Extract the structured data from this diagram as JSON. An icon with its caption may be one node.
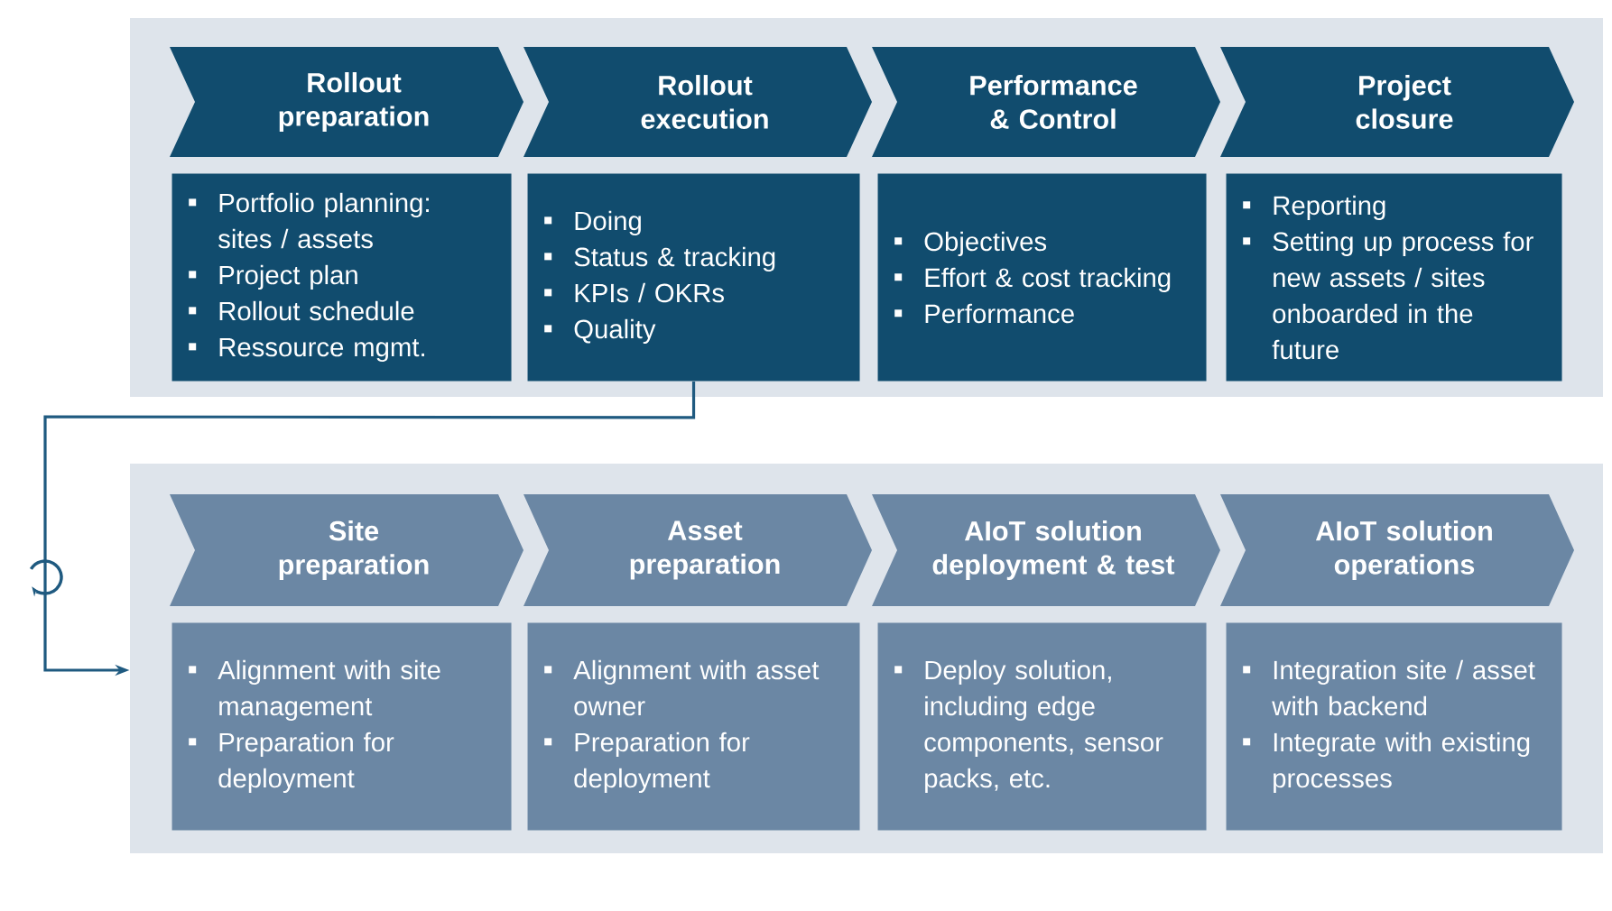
{
  "diagram": {
    "nodes": [
      {
        "text": [],
        "shape": "box"
      },
      {
        "text": [
          "Rollout preparation"
        ],
        "in": 0
      },
      {
        "text": [
          "Rollout execution"
        ],
        "in": 0
      },
      {
        "text": [
          "Performance & Control"
        ],
        "in": 0
      },
      {
        "text": [
          "Project closure"
        ],
        "in": 0
      },
      {
        "text": [
          "Portfolio planning: sites / assets",
          "Project plan",
          "Rollout schedule",
          "Ressource mgmt."
        ],
        "in": 0
      },
      {
        "text": [
          "Doing",
          "Status & tracking",
          "KPIs / OKRs",
          "Quality"
        ],
        "in": 0
      },
      {
        "text": [
          "Objectives",
          "Effort & cost tracking",
          "Performance"
        ],
        "in": 0
      },
      {
        "text": [
          "Reporting",
          "Setting up process for new assets / sites onboarded in the future"
        ],
        "in": 0
      },
      {
        "text": [],
        "shape": "box"
      },
      {
        "text": [
          "Site preparation"
        ],
        "in": 9
      },
      {
        "text": [
          "Asset preparation"
        ],
        "in": 9
      },
      {
        "text": [
          "AIoT solution deployment & test"
        ],
        "in": 9
      },
      {
        "text": [
          "AIoT solution operations"
        ],
        "in": 9
      },
      {
        "text": [
          "Alignment with site management",
          "Preparation for deployment"
        ],
        "in": 9
      },
      {
        "text": [
          "Alignment with asset owner",
          "Preparation for deployment"
        ],
        "in": 9
      },
      {
        "text": [
          "Deploy solution, including edge components, sensor packs, etc."
        ],
        "in": 9
      },
      {
        "text": [
          "Integration site / asset with backend",
          "Integrate with existing processes"
        ],
        "in": 9
      }
    ],
    "edges": [
      {
        "from": 6,
        "to": 9,
        "arrow": "to"
      }
    ]
  }
}
